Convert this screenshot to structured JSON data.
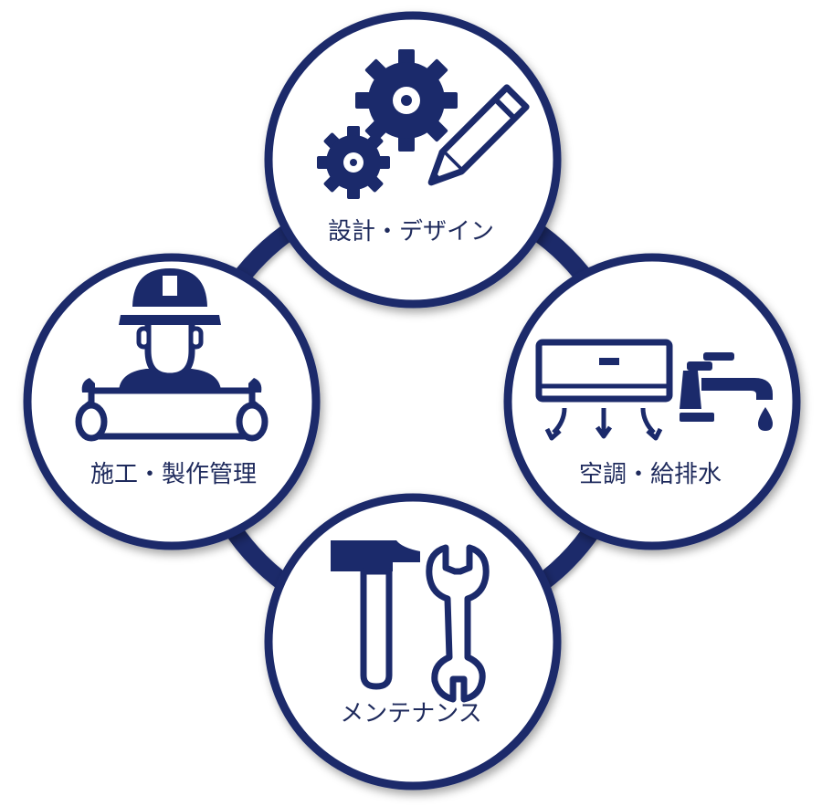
{
  "colors": {
    "navy": "#1b2a6b",
    "ring_fill": "#ffffff",
    "label_text": "#1e2a5c"
  },
  "nodes": [
    {
      "label": "設計・デザイン",
      "icon": "gears-pencil-icon"
    },
    {
      "label": "施工・製作管理",
      "icon": "worker-blueprint-icon"
    },
    {
      "label": "空調・給排水",
      "icon": "aircon-faucet-icon"
    },
    {
      "label": "メンテナンス",
      "icon": "hammer-wrench-icon"
    }
  ]
}
